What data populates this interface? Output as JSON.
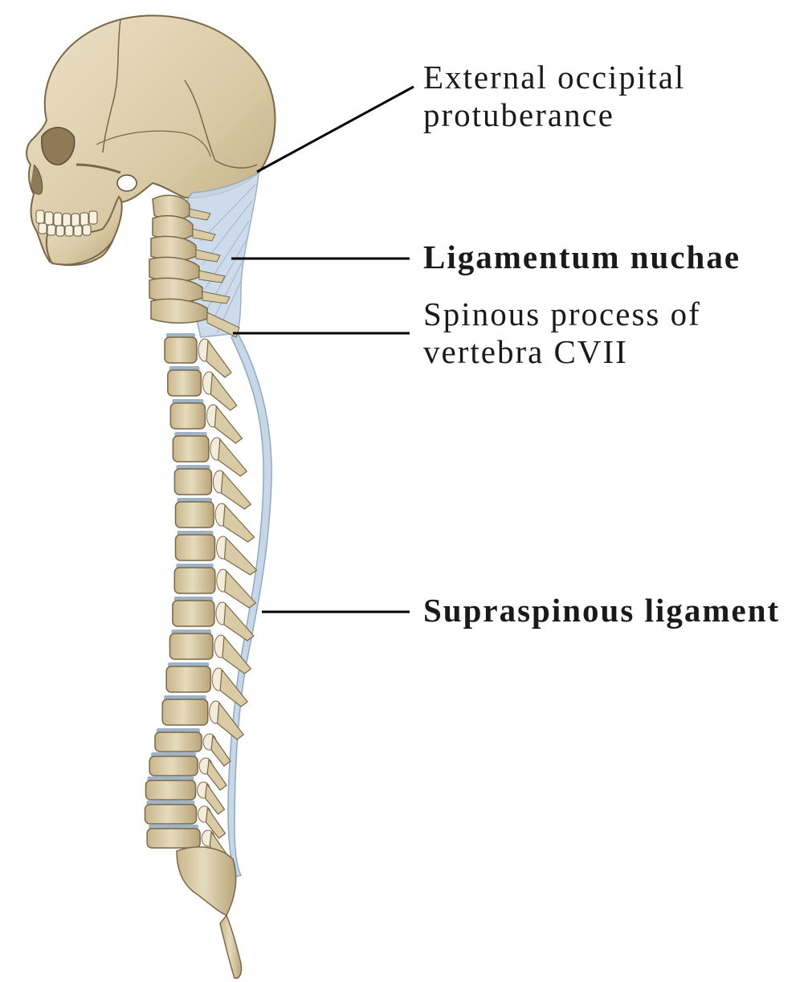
{
  "diagram": {
    "labels": {
      "external_occipital_protuberance": {
        "line1": "External occipital",
        "line2": "protuberance"
      },
      "ligamentum_nuchae": {
        "text": "Ligamentum nuchae"
      },
      "spinous_process_cvii": {
        "line1": "Spinous process of",
        "line2": "vertebra CVII"
      },
      "supraspinous_ligament": {
        "text": "Supraspinous ligament"
      }
    },
    "colors": {
      "bone": "#ddd0b0",
      "bone_shadow": "#b39e72",
      "bone_outline": "#7a6748",
      "ligament": "#b9cde0",
      "ligament_outline": "#8fa9c4",
      "intervertebral_disc": "#9fb3c6",
      "leader_line": "#000000",
      "label_text": "#1a1a1a"
    }
  }
}
